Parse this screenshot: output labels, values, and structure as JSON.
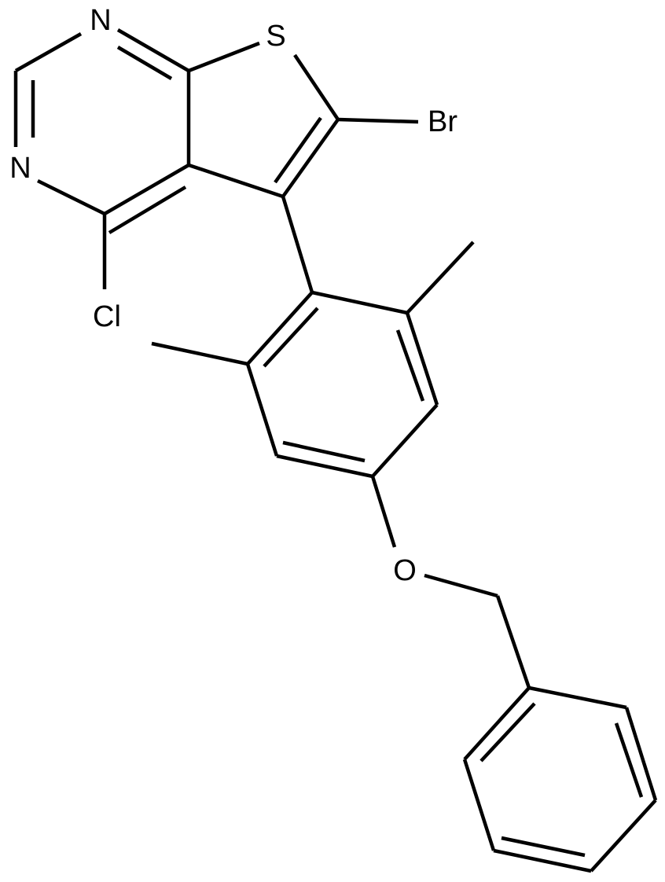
{
  "diagram": {
    "atom_labels": {
      "n1": "N",
      "n3": "N",
      "s": "S",
      "br": "Br",
      "cl": "Cl",
      "o": "O"
    },
    "stroke_color": "#000000",
    "background_color": "#ffffff"
  }
}
